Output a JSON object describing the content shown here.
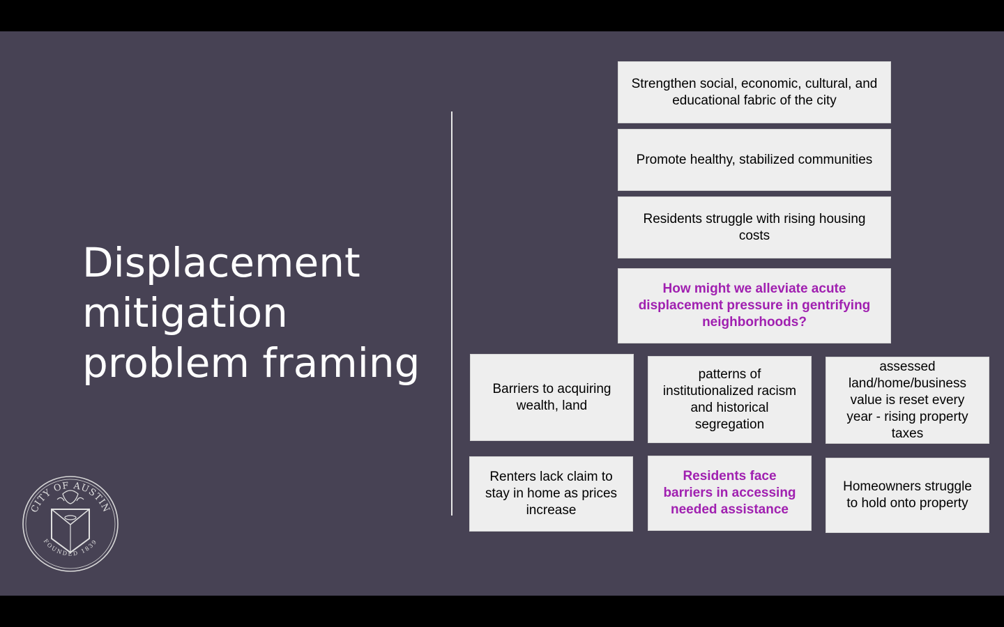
{
  "slide": {
    "title_lines": [
      "Displacement",
      "mitigation",
      "problem framing"
    ],
    "seal": {
      "arc_text_top": "CITY OF AUSTIN",
      "arc_text_bottom": "FOUNDED 1839",
      "icon": "city-of-austin-seal-icon"
    }
  },
  "boxes": {
    "goal": "Strengthen social, economic, cultural, and educational fabric of the city",
    "objective": "Promote healthy, stabilized communities",
    "problem": "Residents struggle with rising housing costs",
    "hmw": "How might we alleviate acute displacement pressure in gentrifying neighborhoods?",
    "cause_wealth": "Barriers to acquiring wealth, land",
    "cause_racism": "patterns of institutionalized racism and historical segregation",
    "cause_taxes": "assessed land/home/business value is reset every year - rising property taxes",
    "cause_renters": "Renters lack claim to stay in home as prices increase",
    "cause_assistance": "Residents face barriers in accessing needed assistance",
    "cause_homeowners": "Homeowners struggle to hold onto property"
  },
  "colors": {
    "background": "#474254",
    "box_fill": "#eeeeee",
    "accent_text": "#a020b0"
  }
}
